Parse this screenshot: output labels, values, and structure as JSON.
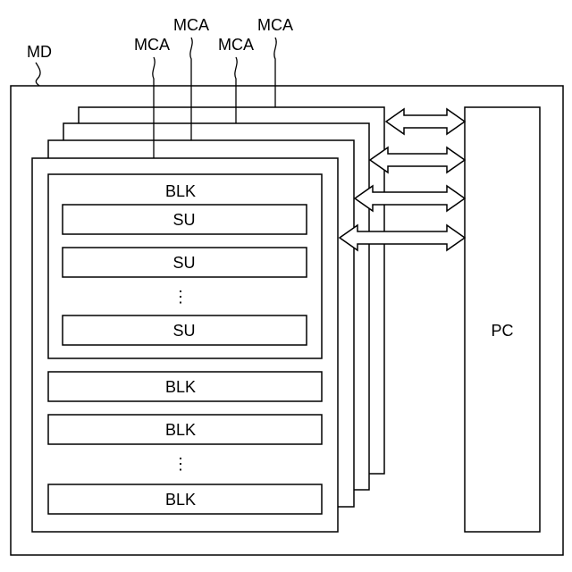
{
  "device": {
    "label": "MD"
  },
  "arrays": [
    {
      "label": "MCA"
    },
    {
      "label": "MCA"
    },
    {
      "label": "MCA"
    },
    {
      "label": "MCA"
    }
  ],
  "front_array": {
    "expanded_block": {
      "label": "BLK",
      "string_units": [
        {
          "label": "SU"
        },
        {
          "label": "SU"
        }
      ],
      "ellipsis": "⋮",
      "last_string_unit": {
        "label": "SU"
      }
    },
    "blocks": [
      {
        "label": "BLK"
      },
      {
        "label": "BLK"
      }
    ],
    "ellipsis": "⋮",
    "last_block": {
      "label": "BLK"
    }
  },
  "peripheral": {
    "label": "PC"
  }
}
